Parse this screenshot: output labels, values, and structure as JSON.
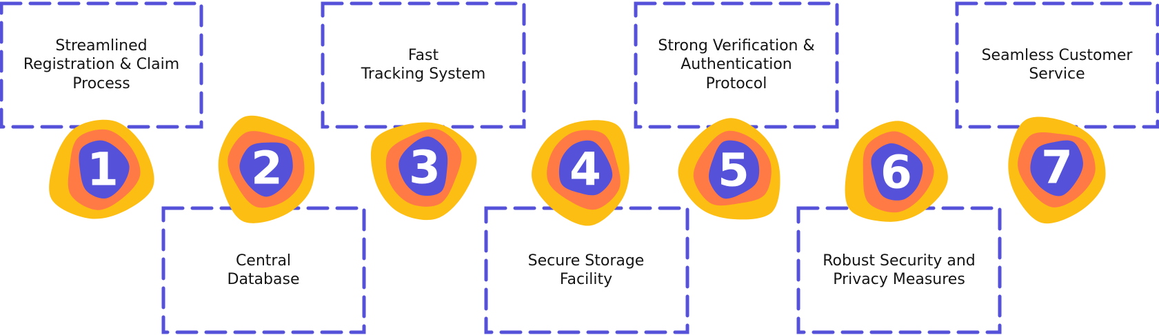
{
  "colors": {
    "dash": "#5552D9",
    "outer": "#FCBE13",
    "middle": "#FF7A45",
    "inner": "#5552D9",
    "number": "#ffffff",
    "text": "#141414"
  },
  "steps": [
    {
      "number": "1",
      "label": "Streamlined\nRegistration & Claim\nProcess"
    },
    {
      "number": "2",
      "label": "Central\nDatabase"
    },
    {
      "number": "3",
      "label": "Fast\nTracking System"
    },
    {
      "number": "4",
      "label": "Secure Storage\nFacility"
    },
    {
      "number": "5",
      "label": "Strong Verification &\nAuthentication\nProtocol"
    },
    {
      "number": "6",
      "label": "Robust Security and\nPrivacy Measures"
    },
    {
      "number": "7",
      "label": "Seamless Customer\nService"
    }
  ]
}
